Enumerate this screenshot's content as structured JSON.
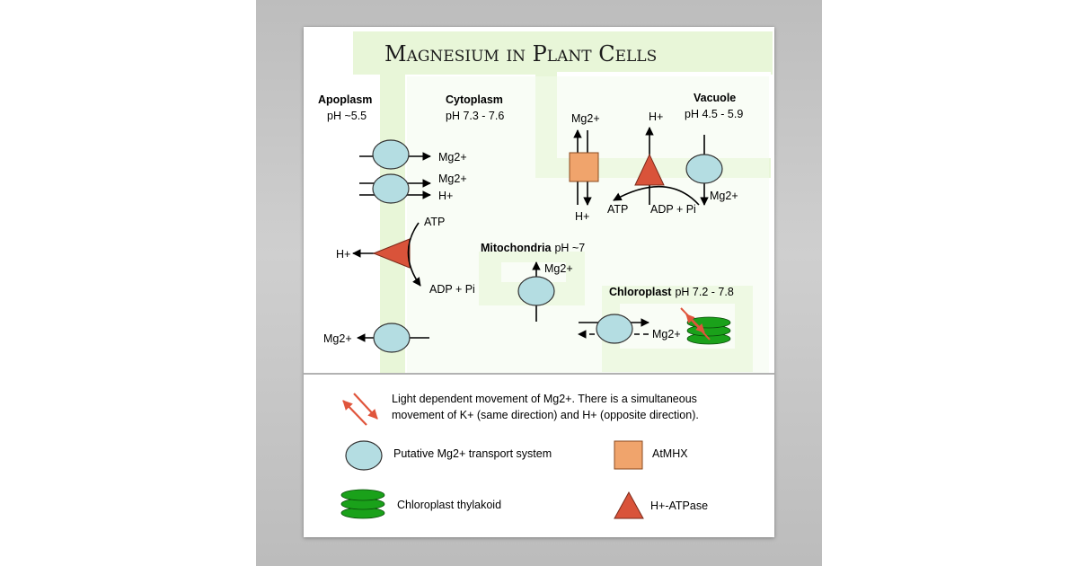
{
  "title": "Magnesium in Plant Cells",
  "compartments": {
    "apoplasm": {
      "name": "Apoplasm",
      "ph": "pH ~5.5"
    },
    "cytoplasm": {
      "name": "Cytoplasm",
      "ph": "pH 7.3 - 7.6"
    },
    "vacuole": {
      "name": "Vacuole",
      "ph": "pH 4.5 - 5.9"
    },
    "mitochondria": {
      "name": "Mitochondria",
      "ph": "pH ~7"
    },
    "chloroplast": {
      "name": "Chloroplast",
      "ph": "pH 7.2 - 7.8"
    }
  },
  "labels": {
    "mg2": "Mg2+",
    "h": "H+",
    "atp": "ATP",
    "adp_pi": "ADP + Pi"
  },
  "legend": {
    "light_line1": "Light dependent movement of Mg2+. There is a simultaneous",
    "light_line2": "movement of K+ (same direction) and H+ (opposite direction).",
    "transport": "Putative Mg2+ transport system",
    "atmhx": "AtMHX",
    "thylakoid": "Chloroplast thylakoid",
    "atpase": "H+-ATPase"
  },
  "colors": {
    "compartment_fill": "#e8f6d8",
    "transporter": "#b4dde2",
    "atmhx": "#f0a46c",
    "atpase": "#d9533a",
    "thylakoid": "#1aa11a",
    "light_arrow": "#e0553c"
  }
}
